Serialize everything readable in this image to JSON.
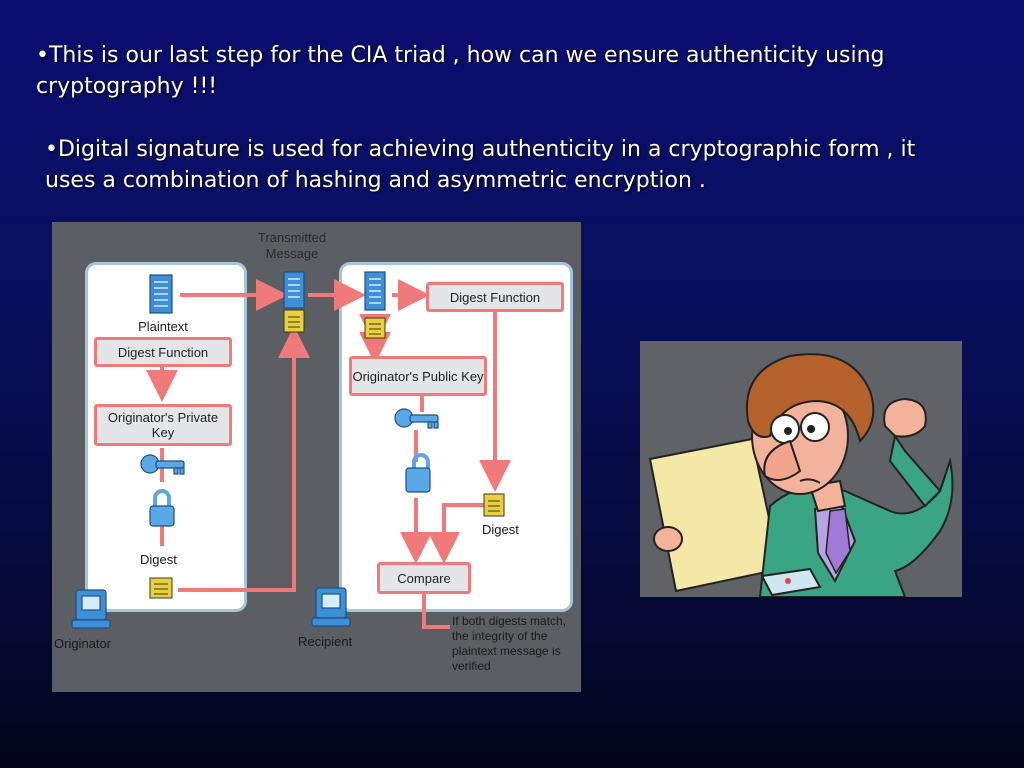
{
  "slide": {
    "bullets": [
      "•This is our last step for the CIA triad , how can we ensure authenticity using cryptography !!!",
      "•Digital signature is used for achieving authenticity in a cryptographic form , it uses a combination of hashing and asymmetric encryption ."
    ]
  },
  "diagram": {
    "transmitted_label": "Transmitted Message",
    "plaintext": "Plaintext",
    "digest_function": "Digest Function",
    "originator_private_key": "Originator's Private Key",
    "digest_left": "Digest",
    "originator": "Originator",
    "recipient": "Recipient",
    "digest_function_right": "Digest Function",
    "originator_public_key": "Originator's Public Key",
    "digest_right": "Digest",
    "compare": "Compare",
    "note": "If both digests match, the integrity of the plaintext message is verified"
  },
  "colors": {
    "background_top": "#0b0c70",
    "background_bottom": "#04051a",
    "diagram_background": "#5b5f63",
    "arrow": "#f07a7a",
    "document_blue": "#3d8fd8",
    "digest_yellow": "#e9cf3d"
  },
  "icons": [
    "document-icon",
    "digest-icon",
    "key-icon",
    "padlock-icon",
    "computer-icon"
  ],
  "cartoon": {
    "description_icon": "confused-man-reading-paper-illustration"
  }
}
